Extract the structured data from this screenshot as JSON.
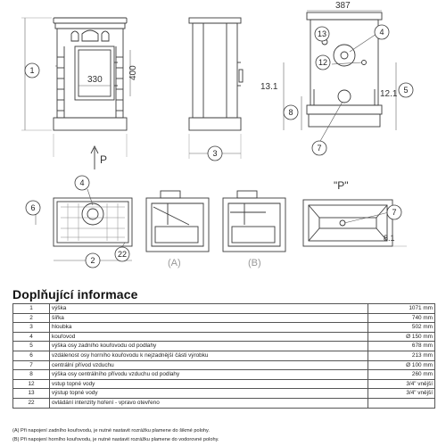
{
  "drawing": {
    "dimensions": {
      "inner_width": "330",
      "inner_height": "400",
      "top_width": "387",
      "left_height": "13.1",
      "right_height": "12.1",
      "view_p_label": "P",
      "view_p_title": "\"P\""
    },
    "callouts": [
      "1",
      "2",
      "3",
      "4",
      "5",
      "6",
      "7",
      "8",
      "12",
      "13",
      "22"
    ],
    "variant_labels": [
      "(A)",
      "(B)"
    ]
  },
  "info": {
    "heading": "Doplňující informace",
    "rows": [
      {
        "num": "1",
        "label": "výška",
        "value": "1071 mm"
      },
      {
        "num": "2",
        "label": "šířka",
        "value": "740 mm"
      },
      {
        "num": "3",
        "label": "hloubka",
        "value": "502 mm"
      },
      {
        "num": "4",
        "label": "kouřovod",
        "value": "Ø 150 mm"
      },
      {
        "num": "5",
        "label": "výška osy zadního kouřovodu od podlahy",
        "value": "678 mm"
      },
      {
        "num": "6",
        "label": "vzdálenost osy horního kouřovodu k nejzadnější části výrobku",
        "value": "213 mm"
      },
      {
        "num": "7",
        "label": "centrální přívod vzduchu",
        "value": "Ø 100 mm"
      },
      {
        "num": "8",
        "label": "výška osy centrálního přívodu vzduchu od podlahy",
        "value": "260 mm"
      },
      {
        "num": "12",
        "label": "vstup topné vody",
        "value": "3/4\" vnější"
      },
      {
        "num": "13",
        "label": "výstup topné vody",
        "value": "3/4\" vnější"
      },
      {
        "num": "22",
        "label": "ovládání intenzity hoření - vpravo otevřeno",
        "value": ""
      }
    ],
    "notes": [
      "(A) Při napojení zadního kouřovodu, je nutné nastavit rozrážku plamene do šikmé polohy.",
      "(B) Při napojení horního kouřovodu, je nutné nastavit rozrážku plamene do vodorovné polohy."
    ]
  },
  "colors": {
    "line": "#3a3a3a",
    "light": "#888888",
    "background": "#ffffff"
  }
}
